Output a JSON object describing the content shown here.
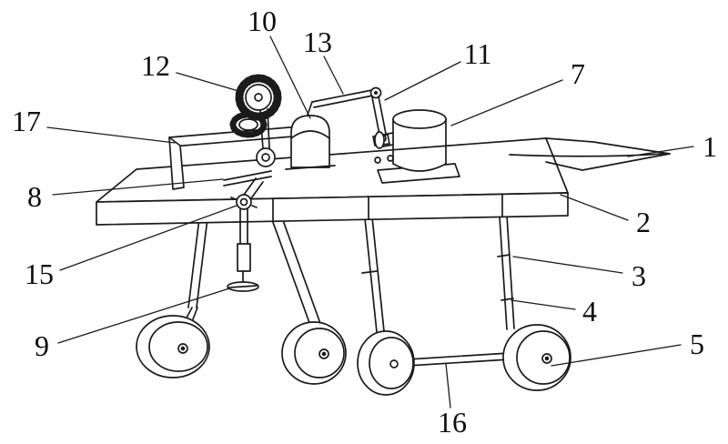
{
  "figure": {
    "kind": "patent-style perspective line drawing of a wheeled implement chassis",
    "background_color": "#ffffff",
    "line_color": "#1b1b1b",
    "label_color": "#0d0d0d"
  },
  "labels": {
    "1": "1",
    "2": "2",
    "3": "3",
    "4": "4",
    "5": "5",
    "7": "7",
    "8": "8",
    "9": "9",
    "10": "10",
    "11": "11",
    "12": "12",
    "13": "13",
    "15": "15",
    "16": "16",
    "17": "17"
  }
}
